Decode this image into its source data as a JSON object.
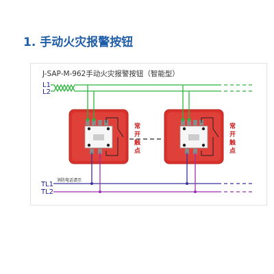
{
  "heading": "1. 手动火灾报警按钮",
  "model_label": "J-SAP-M-962手动火灾报警按钮（智能型）",
  "lines": {
    "l1": "L1",
    "l2": "L2",
    "tl1": "TL1",
    "tl2": "TL2"
  },
  "phone_jack_label": "消防电话请示",
  "contact_label_chars": [
    "常",
    "开",
    "触",
    "点"
  ],
  "colors": {
    "heading": "#1f5ca8",
    "bus_wire": "#29b53a",
    "phone_wire_1": "#3a2f9c",
    "phone_wire_2": "#9a2fb0",
    "device_body": "#d9312b",
    "contact_label": "#cc2222"
  }
}
